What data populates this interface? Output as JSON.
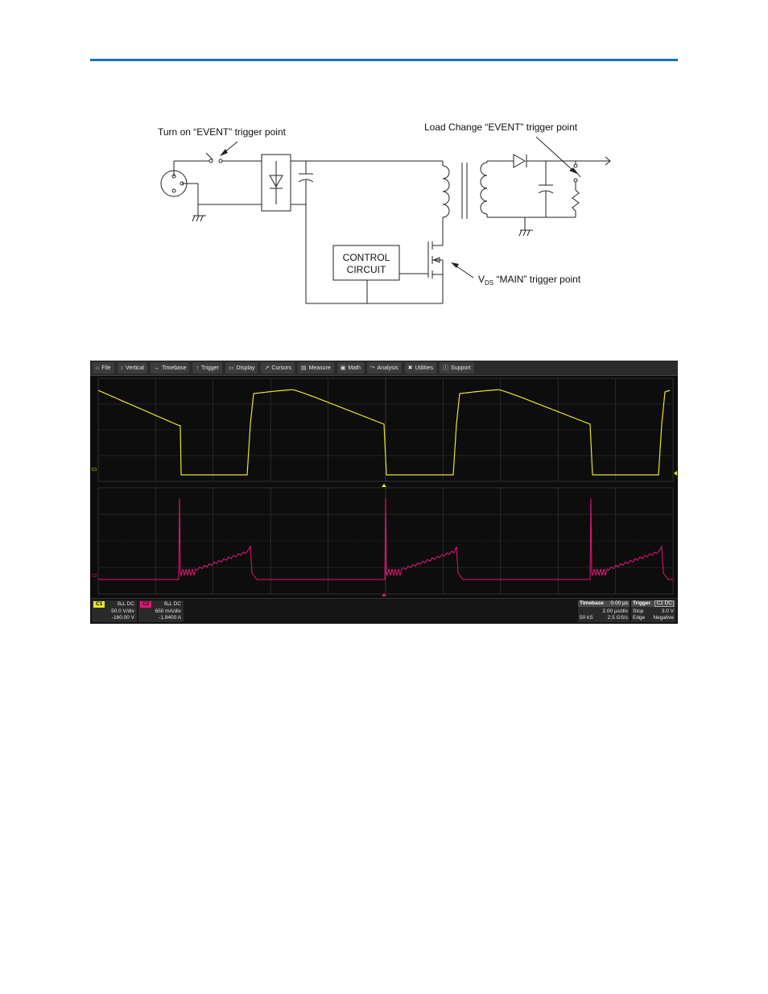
{
  "schematic": {
    "label_turn_on": "Turn on “EVENT” trigger point",
    "label_load_change": "Load Change “EVENT” trigger point",
    "label_control_line1": "CONTROL",
    "label_control_line2": "CIRCUIT",
    "label_vds_v": "V",
    "label_vds_sub": "DS",
    "label_vds_rest": " “MAIN” trigger point"
  },
  "scope": {
    "menu": [
      {
        "icon": "file-icon",
        "glyph": "⌂",
        "label": "File"
      },
      {
        "icon": "vertical-icon",
        "glyph": "↕",
        "label": "Vertical"
      },
      {
        "icon": "timebase-icon",
        "glyph": "↔",
        "label": "Timebase"
      },
      {
        "icon": "trigger-icon",
        "glyph": "↑",
        "label": "Trigger"
      },
      {
        "icon": "display-icon",
        "glyph": "▭",
        "label": "Display"
      },
      {
        "icon": "cursors-icon",
        "glyph": "↗",
        "label": "Cursors"
      },
      {
        "icon": "measure-icon",
        "glyph": "▤",
        "label": "Measure"
      },
      {
        "icon": "math-icon",
        "glyph": "▣",
        "label": "Math"
      },
      {
        "icon": "analysis-icon",
        "glyph": "⤳",
        "label": "Analysis"
      },
      {
        "icon": "utilities-icon",
        "glyph": "✖",
        "label": "Utilities"
      },
      {
        "icon": "support-icon",
        "glyph": "ⓘ",
        "label": "Support"
      }
    ],
    "trace_labels": {
      "c1": "C1",
      "c2": "C2"
    },
    "colors": {
      "c1": "#e6e62a",
      "c2": "#e6157a",
      "grid": "#3a3a3a",
      "background": "#0d0d0d"
    },
    "channels": [
      {
        "tag": "C1",
        "coupling": "BₓL DC",
        "scale": "50.0 V/div",
        "offset": "-160.00 V"
      },
      {
        "tag": "C2",
        "coupling": "BₓL DC",
        "scale": "650 mA/div",
        "offset": "-1.9400 A"
      }
    ],
    "timebase": {
      "header": "Timebase",
      "delay": "0.00 µs",
      "scale": "2.00 µs/div",
      "samples": "50 kS",
      "rate": "2.5 GS/s"
    },
    "trigger": {
      "header": "Trigger",
      "source": "C1 DC",
      "mode": "Stop",
      "level": "3.0 V",
      "type": "Edge",
      "slope": "Negative"
    }
  }
}
